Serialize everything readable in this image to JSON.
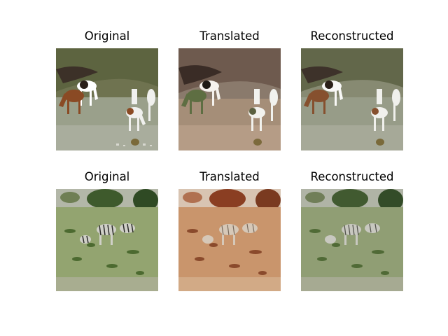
{
  "figure": {
    "rows": [
      {
        "panels": [
          {
            "title": "Original",
            "scene": "horses-original"
          },
          {
            "title": "Translated",
            "scene": "horses-translated"
          },
          {
            "title": "Reconstructed",
            "scene": "horses-reconstructed"
          }
        ]
      },
      {
        "panels": [
          {
            "title": "Original",
            "scene": "zebras-original"
          },
          {
            "title": "Translated",
            "scene": "zebras-translated"
          },
          {
            "title": "Reconstructed",
            "scene": "zebras-reconstructed"
          }
        ]
      }
    ]
  }
}
